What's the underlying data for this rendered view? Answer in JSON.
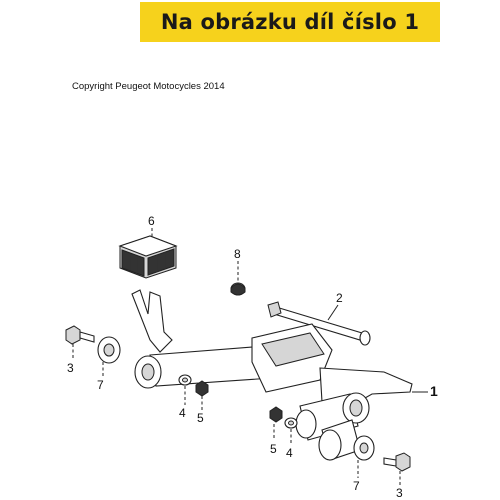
{
  "banner": {
    "text": "Na obrázku díl číslo 1"
  },
  "copyright": "Copyright Peugeot Motocycles 2014",
  "callouts": {
    "c1": "1",
    "c2": "2",
    "c3_left": "3",
    "c3_right": "3",
    "c4_left": "4",
    "c4_right": "4",
    "c5_left": "5",
    "c5_right": "5",
    "c6": "6",
    "c7_left": "7",
    "c7_right": "7",
    "c8": "8"
  },
  "colors": {
    "banner_background": "#f6d21c",
    "line": "#222222"
  }
}
